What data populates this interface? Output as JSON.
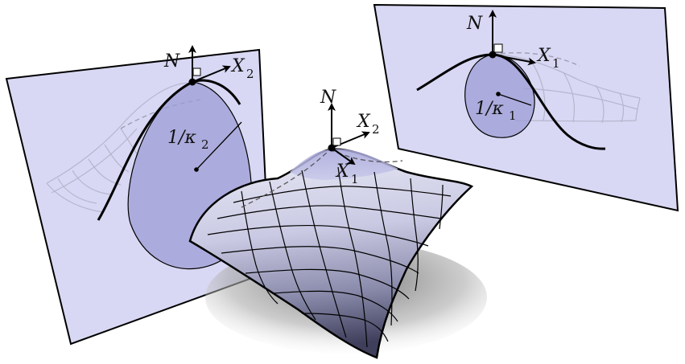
{
  "left_panel": {
    "normal_label": "N",
    "tangent_label": "X",
    "tangent_sub": "2",
    "radius_label": "1/κ",
    "radius_sub": "2"
  },
  "center_panel": {
    "normal_label": "N",
    "tangent2_label": "X",
    "tangent2_sub": "2",
    "tangent1_label": "X",
    "tangent1_sub": "1"
  },
  "right_panel": {
    "normal_label": "N",
    "tangent_label": "X",
    "tangent_sub": "1",
    "radius_label": "1/κ",
    "radius_sub": "1"
  },
  "colors": {
    "plane_fill": "#d8d8f4",
    "disk_fill": "#9c9cd6",
    "surface_light": "#e6e6f4",
    "surface_dark": "#3d3d58",
    "outline": "#000000"
  }
}
